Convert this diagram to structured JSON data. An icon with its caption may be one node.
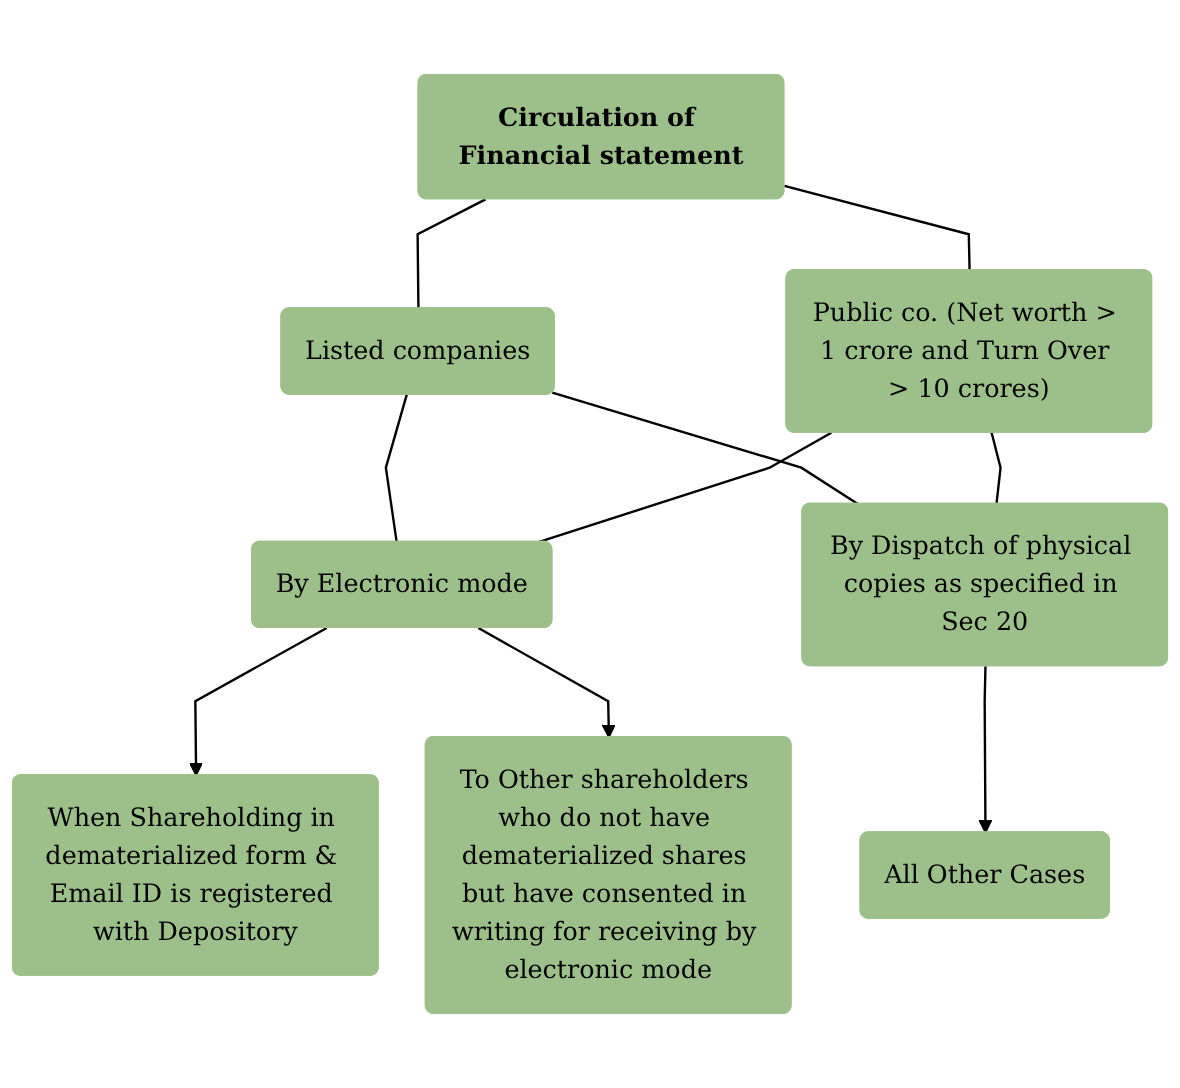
{
  "diagram": {
    "nodes": [
      {
        "text": [
          "Circulation of Financial statement"
        ]
      },
      {
        "text": [
          "Listed companies"
        ]
      },
      {
        "text": [
          "Public co. (Net worth > 1 crore and Turn Over > 10 crores)"
        ]
      },
      {
        "text": [
          "By Electronic mode"
        ]
      },
      {
        "text": [
          "By Dispatch of physical copies as specified in Sec 20"
        ]
      },
      {
        "text": [
          "When Shareholding in dematerialized form & Email ID is registered with Depository"
        ]
      },
      {
        "text": [
          "To Other shareholders who do not have dematerialized shares but have consented in writing for receiving by electronic mode"
        ]
      },
      {
        "text": [
          "All Other Cases"
        ]
      }
    ],
    "edges": [
      {
        "from": 0,
        "to": 1,
        "arrow": "none"
      },
      {
        "from": 0,
        "to": 2,
        "arrow": "none"
      },
      {
        "from": 1,
        "to": 3,
        "arrow": "none"
      },
      {
        "from": 1,
        "to": 4,
        "arrow": "none"
      },
      {
        "from": 2,
        "to": 3,
        "arrow": "none"
      },
      {
        "from": 2,
        "to": 4,
        "arrow": "none"
      },
      {
        "from": 3,
        "to": 5,
        "arrow": "to"
      },
      {
        "from": 3,
        "to": 6,
        "arrow": "to"
      },
      {
        "from": 4,
        "to": 7,
        "arrow": "to"
      }
    ]
  }
}
